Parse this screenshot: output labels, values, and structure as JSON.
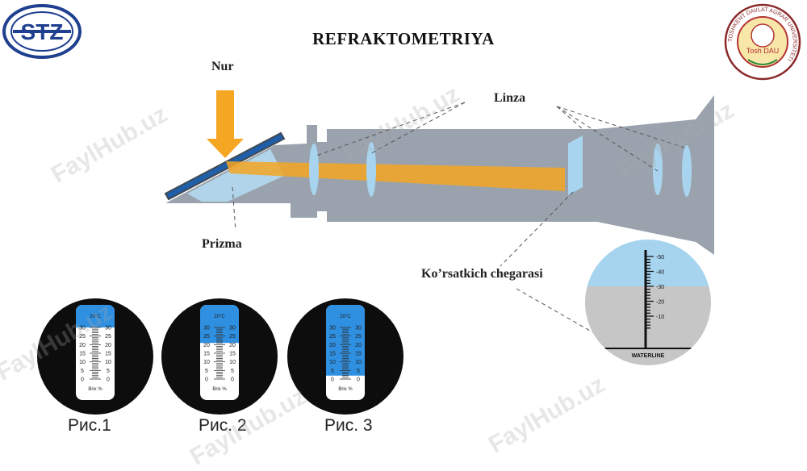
{
  "title": "REFRAKTOMETRIYA",
  "labels": {
    "nur": "Nur",
    "linza": "Linza",
    "prizma": "Prizma",
    "korsatkich": "Ko’rsatkich chegarasi"
  },
  "logos": {
    "left": "STZ",
    "right_center": "Tosh DAU",
    "right_ring": "TOSHKENT DAVLAT AGRAR UNIVERSITETI"
  },
  "watermark": "FaylHub.uz",
  "waterline_scale": {
    "ticks": [
      "-50",
      "-40",
      "-30",
      "-20",
      "-10"
    ],
    "baseline": "WATERLINE"
  },
  "readings": [
    {
      "caption": "Рис.1",
      "temp": "20°C",
      "unit": "Brix %",
      "scale": [
        "30",
        "25",
        "20",
        "15",
        "10",
        "5",
        "0"
      ],
      "boundary_brix": 30
    },
    {
      "caption": "Рис. 2",
      "temp": "20°C",
      "unit": "Brix %",
      "scale": [
        "30",
        "25",
        "20",
        "15",
        "10",
        "5",
        "0"
      ],
      "boundary_brix": 21
    },
    {
      "caption": "Рис. 3",
      "temp": "20°C",
      "unit": "Brix %",
      "scale": [
        "30",
        "25",
        "20",
        "15",
        "10",
        "5",
        "0"
      ],
      "boundary_brix": 2
    }
  ],
  "colors": {
    "body": "#9aa3ad",
    "beam": "#f5a623",
    "lens": "#a9d4ef",
    "sky": "#a6d3ee",
    "scale_blue": "#2f8fe0",
    "disc": "#0d0d0d"
  }
}
